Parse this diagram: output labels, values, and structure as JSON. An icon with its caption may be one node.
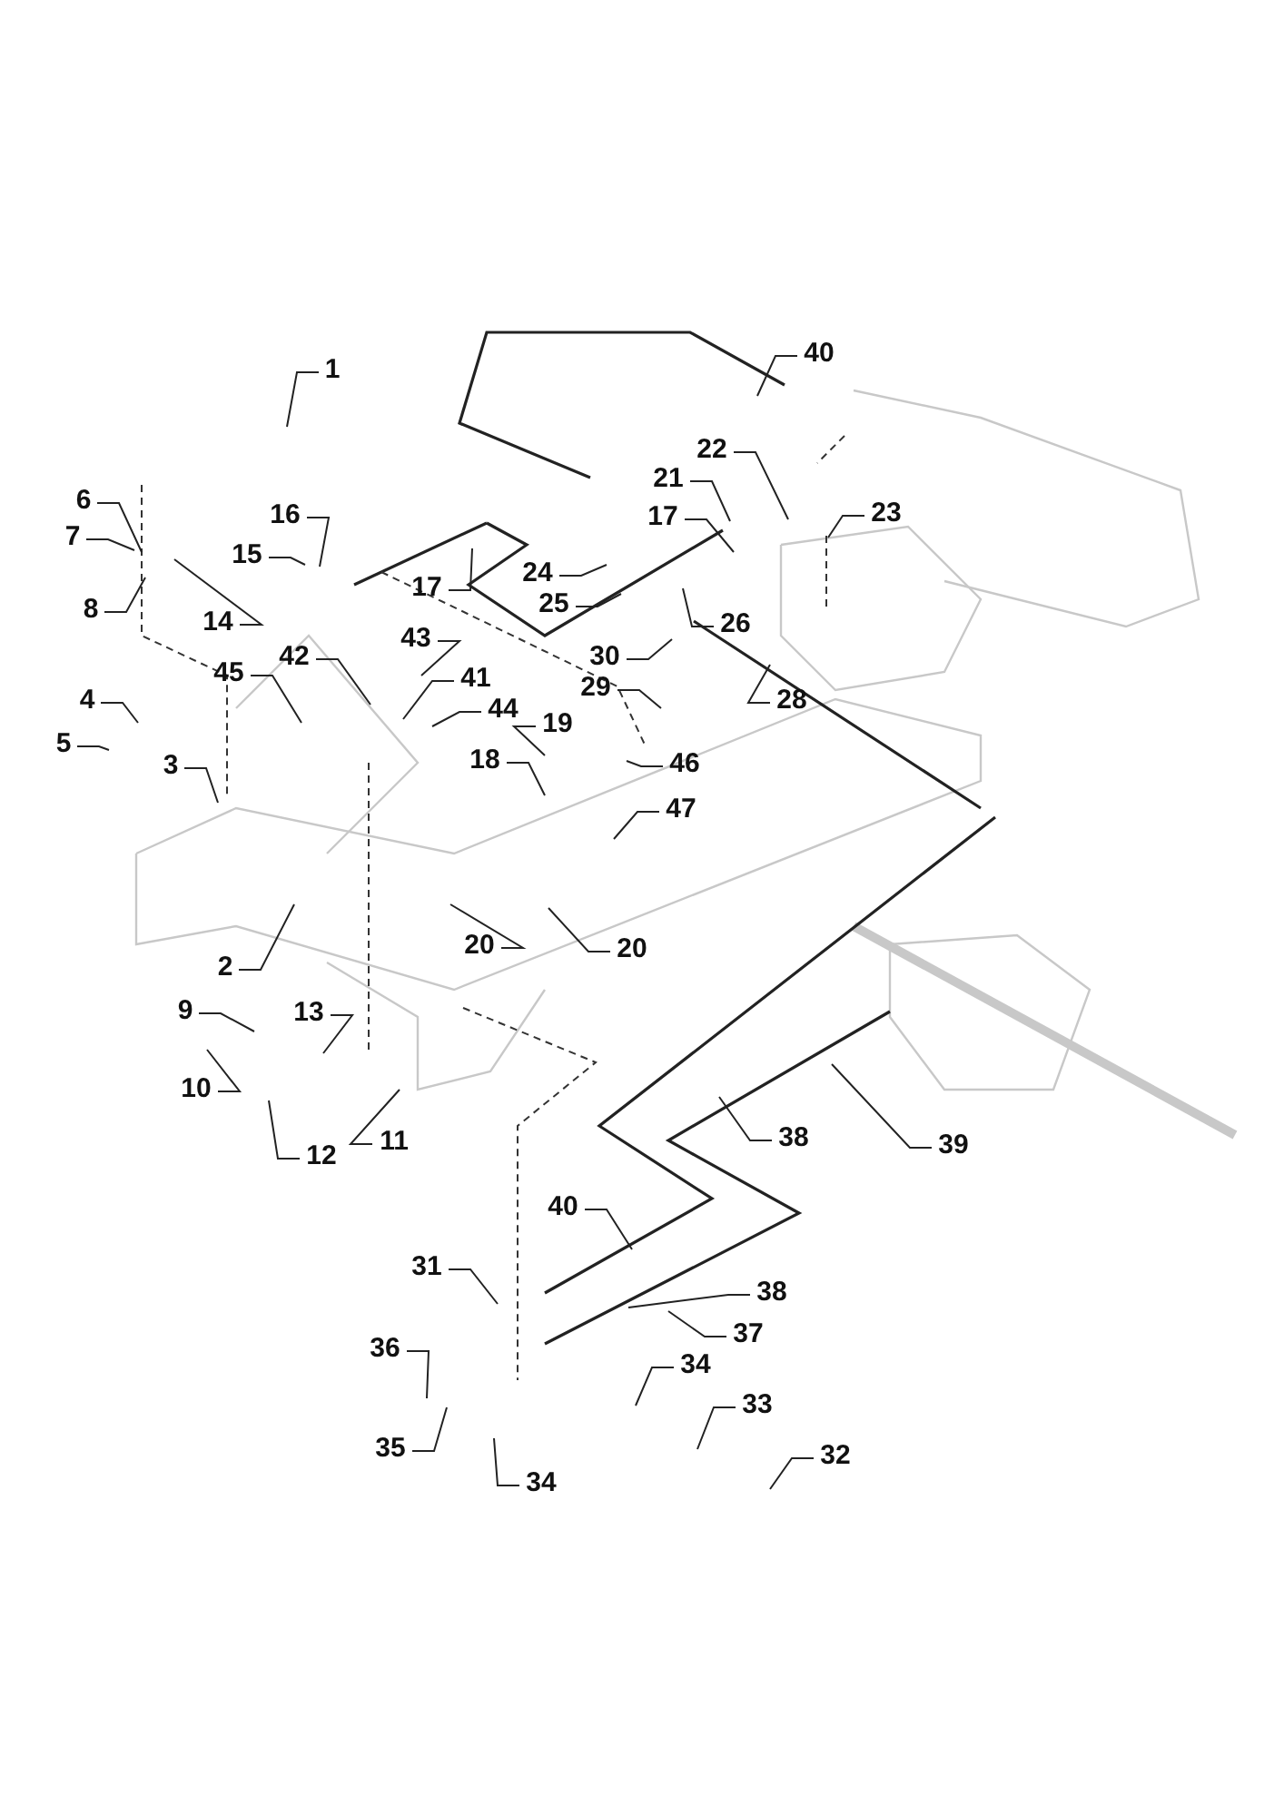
{
  "diagram": {
    "nodes": [
      {
        "text": [
          "40"
        ]
      },
      {
        "text": [
          "1"
        ]
      },
      {
        "text": [
          "22"
        ]
      },
      {
        "text": [
          "21"
        ]
      },
      {
        "text": [
          "6"
        ]
      },
      {
        "text": [
          "17"
        ]
      },
      {
        "text": [
          "23"
        ]
      },
      {
        "text": [
          "16"
        ]
      },
      {
        "text": [
          "7"
        ]
      },
      {
        "text": [
          "15"
        ]
      },
      {
        "text": [
          "24"
        ]
      },
      {
        "text": [
          "17"
        ]
      },
      {
        "text": [
          "25"
        ]
      },
      {
        "text": [
          "8"
        ]
      },
      {
        "text": [
          "14"
        ]
      },
      {
        "text": [
          "26"
        ]
      },
      {
        "text": [
          "43"
        ]
      },
      {
        "text": [
          "30"
        ]
      },
      {
        "text": [
          "42"
        ]
      },
      {
        "text": [
          "45"
        ]
      },
      {
        "text": [
          "41"
        ]
      },
      {
        "text": [
          "29"
        ]
      },
      {
        "text": [
          "28"
        ]
      },
      {
        "text": [
          "4"
        ]
      },
      {
        "text": [
          "44"
        ]
      },
      {
        "text": [
          "19"
        ]
      },
      {
        "text": [
          "5"
        ]
      },
      {
        "text": [
          "18"
        ]
      },
      {
        "text": [
          "46"
        ]
      },
      {
        "text": [
          "3"
        ]
      },
      {
        "text": [
          "47"
        ]
      },
      {
        "text": [
          "20"
        ]
      },
      {
        "text": [
          "20"
        ]
      },
      {
        "text": [
          "2"
        ]
      },
      {
        "text": [
          "9"
        ]
      },
      {
        "text": [
          "13"
        ]
      },
      {
        "text": [
          "10"
        ]
      },
      {
        "text": [
          "38"
        ]
      },
      {
        "text": [
          "11"
        ]
      },
      {
        "text": [
          "39"
        ]
      },
      {
        "text": [
          "12"
        ]
      },
      {
        "text": [
          "40"
        ]
      },
      {
        "text": [
          "31"
        ]
      },
      {
        "text": [
          "38"
        ]
      },
      {
        "text": [
          "37"
        ]
      },
      {
        "text": [
          "36"
        ]
      },
      {
        "text": [
          "34"
        ]
      },
      {
        "text": [
          "35"
        ]
      },
      {
        "text": [
          "33"
        ]
      },
      {
        "text": [
          "32"
        ]
      },
      {
        "text": [
          "34"
        ]
      }
    ],
    "edges": [
      {
        "from": 0,
        "to": null,
        "arrow": "none"
      },
      {
        "from": 1,
        "to": null,
        "arrow": "none"
      },
      {
        "from": 2,
        "to": null,
        "arrow": "none"
      },
      {
        "from": 3,
        "to": null,
        "arrow": "none"
      },
      {
        "from": 4,
        "to": null,
        "arrow": "none"
      },
      {
        "from": 5,
        "to": null,
        "arrow": "none"
      },
      {
        "from": 6,
        "to": null,
        "arrow": "none"
      },
      {
        "from": 7,
        "to": null,
        "arrow": "none"
      },
      {
        "from": 8,
        "to": null,
        "arrow": "none"
      },
      {
        "from": 9,
        "to": null,
        "arrow": "none"
      },
      {
        "from": 10,
        "to": null,
        "arrow": "none"
      },
      {
        "from": 11,
        "to": null,
        "arrow": "none"
      },
      {
        "from": 12,
        "to": null,
        "arrow": "none"
      },
      {
        "from": 13,
        "to": null,
        "arrow": "none"
      },
      {
        "from": 14,
        "to": null,
        "arrow": "none"
      },
      {
        "from": 15,
        "to": null,
        "arrow": "none"
      },
      {
        "from": 16,
        "to": null,
        "arrow": "none"
      },
      {
        "from": 17,
        "to": null,
        "arrow": "none"
      },
      {
        "from": 18,
        "to": null,
        "arrow": "none"
      },
      {
        "from": 19,
        "to": null,
        "arrow": "none"
      },
      {
        "from": 20,
        "to": null,
        "arrow": "none"
      },
      {
        "from": 21,
        "to": null,
        "arrow": "none"
      },
      {
        "from": 22,
        "to": null,
        "arrow": "none"
      },
      {
        "from": 23,
        "to": null,
        "arrow": "none"
      },
      {
        "from": 24,
        "to": null,
        "arrow": "none"
      },
      {
        "from": 25,
        "to": null,
        "arrow": "none"
      },
      {
        "from": 26,
        "to": null,
        "arrow": "none"
      },
      {
        "from": 27,
        "to": null,
        "arrow": "none"
      },
      {
        "from": 28,
        "to": null,
        "arrow": "none"
      },
      {
        "from": 29,
        "to": null,
        "arrow": "none"
      },
      {
        "from": 30,
        "to": null,
        "arrow": "none"
      },
      {
        "from": 31,
        "to": null,
        "arrow": "none"
      },
      {
        "from": 32,
        "to": null,
        "arrow": "none"
      },
      {
        "from": 33,
        "to": null,
        "arrow": "none"
      },
      {
        "from": 34,
        "to": null,
        "arrow": "none"
      },
      {
        "from": 35,
        "to": null,
        "arrow": "none"
      },
      {
        "from": 36,
        "to": null,
        "arrow": "none"
      },
      {
        "from": 37,
        "to": null,
        "arrow": "none"
      },
      {
        "from": 38,
        "to": null,
        "arrow": "none"
      },
      {
        "from": 39,
        "to": null,
        "arrow": "none"
      },
      {
        "from": 40,
        "to": null,
        "arrow": "none"
      },
      {
        "from": 41,
        "to": null,
        "arrow": "none"
      },
      {
        "from": 42,
        "to": null,
        "arrow": "none"
      },
      {
        "from": 43,
        "to": null,
        "arrow": "none"
      },
      {
        "from": 44,
        "to": null,
        "arrow": "none"
      },
      {
        "from": 45,
        "to": null,
        "arrow": "none"
      },
      {
        "from": 46,
        "to": null,
        "arrow": "none"
      },
      {
        "from": 47,
        "to": null,
        "arrow": "none"
      },
      {
        "from": 48,
        "to": null,
        "arrow": "none"
      },
      {
        "from": 49,
        "to": null,
        "arrow": "none"
      },
      {
        "from": 50,
        "to": null,
        "arrow": "none"
      }
    ]
  }
}
